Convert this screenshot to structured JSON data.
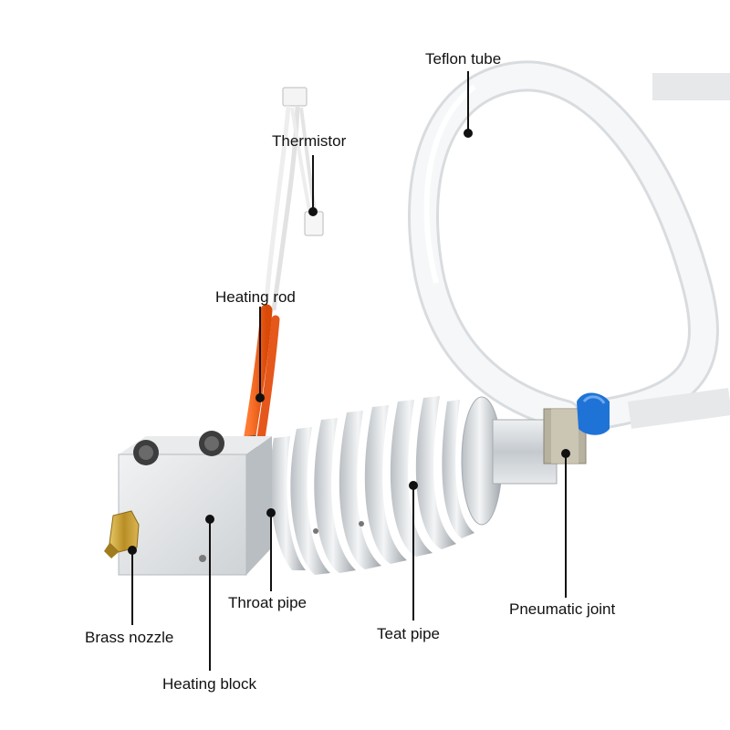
{
  "labels": {
    "teflon_tube": "Teflon tube",
    "thermistor": "Thermistor",
    "heating_rod": "Heating rod",
    "throat_pipe": "Throat pipe",
    "pneumatic_joint": "Pneumatic joint",
    "brass_nozzle": "Brass nozzle",
    "teat_pipe": "Teat pipe",
    "heating_block": "Heating block"
  },
  "colors": {
    "aluminum": "#d9dde0",
    "heating_rod": "#f05a14",
    "brass": "#c9a23a",
    "pneumatic_clip": "#1f73d6",
    "teflon": "#f4f6f7",
    "leader_line": "#111111"
  }
}
